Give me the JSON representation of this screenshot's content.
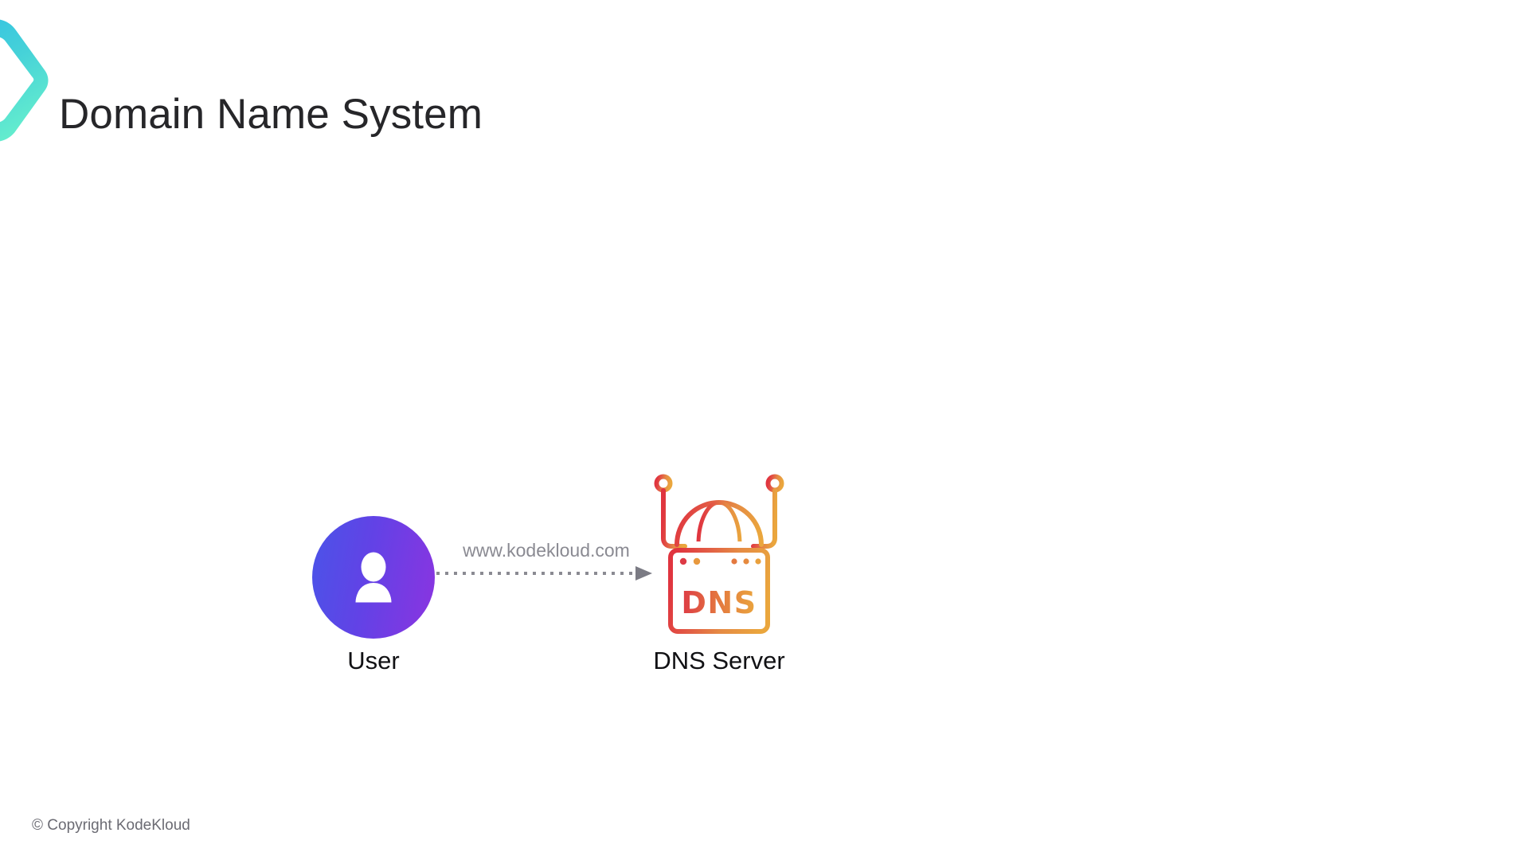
{
  "slide": {
    "title": "Domain Name System",
    "background_color": "#ffffff"
  },
  "accent": {
    "name": "chevron-accent",
    "icon": "chevron-right-icon",
    "gradient_from": "#3ac4e0",
    "gradient_to": "#62ead0"
  },
  "diagram": {
    "type": "flow",
    "nodes": [
      {
        "id": "user",
        "label": "User",
        "icon": "user-avatar-icon",
        "color_from": "#4a54e8",
        "color_to": "#8b34e0",
        "label_color": "#111114"
      },
      {
        "id": "dns-server",
        "label": "DNS Server",
        "icon": "dns-server-icon",
        "badge_text": "DNS",
        "color_from": "#e0434a",
        "color_to": "#e8a23c",
        "label_color": "#111114"
      }
    ],
    "edges": [
      {
        "from": "user",
        "to": "dns-server",
        "label": "www.kodekloud.com",
        "style": "dotted",
        "arrow": "right",
        "color": "#8a8a92"
      }
    ]
  },
  "footer": {
    "copyright": "© Copyright KodeKloud"
  }
}
